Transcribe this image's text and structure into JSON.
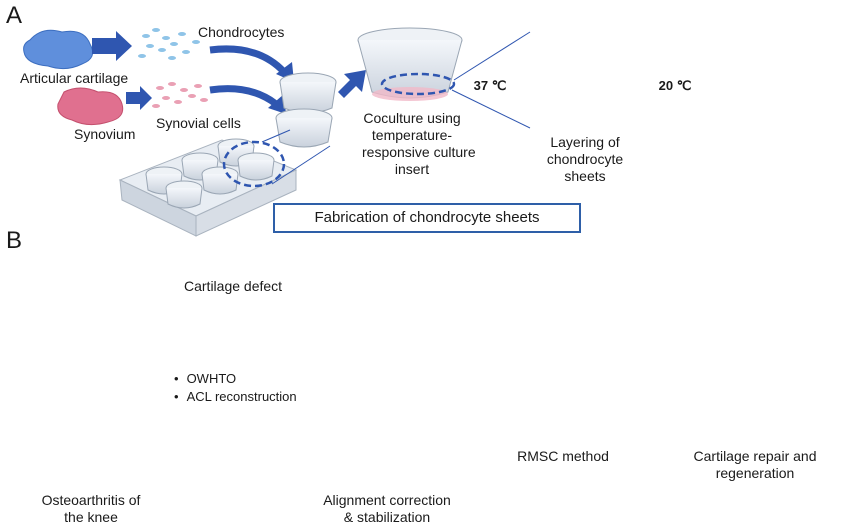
{
  "panel_a": {
    "letter": "A",
    "articular_cartilage": "Articular cartilage",
    "chondrocytes": "Chondrocytes",
    "synovium": "Synovium",
    "synovial_cells": "Synovial cells",
    "coculture": [
      "Coculture using",
      "temperature-",
      "responsive culture",
      "insert"
    ],
    "temp_37": "37 ℃",
    "temp_20": "20 ℃",
    "layering": [
      "Layering of",
      "chondrocyte",
      "sheets"
    ],
    "fabrication": "Fabrication of chondrocyte sheets"
  },
  "panel_b": {
    "letter": "B",
    "cartilage_defect": "Cartilage defect",
    "procedures": [
      "OWHTO",
      "ACL reconstruction"
    ],
    "stage1": [
      "Osteoarthritis of",
      "the knee"
    ],
    "stage2": [
      "Alignment correction",
      "& stabilization"
    ],
    "stage3": "RMSC method",
    "stage4": [
      "Cartilage repair and",
      "regeneration"
    ]
  },
  "colors": {
    "arrow_blue": "#2f56b0",
    "cartilage_blue": "#2f8fd8",
    "synovium_pink": "#e58fa8",
    "badge_37": "#e8a0a8",
    "badge_20": "#9fc0e4",
    "bone": "#e9e8d2"
  }
}
